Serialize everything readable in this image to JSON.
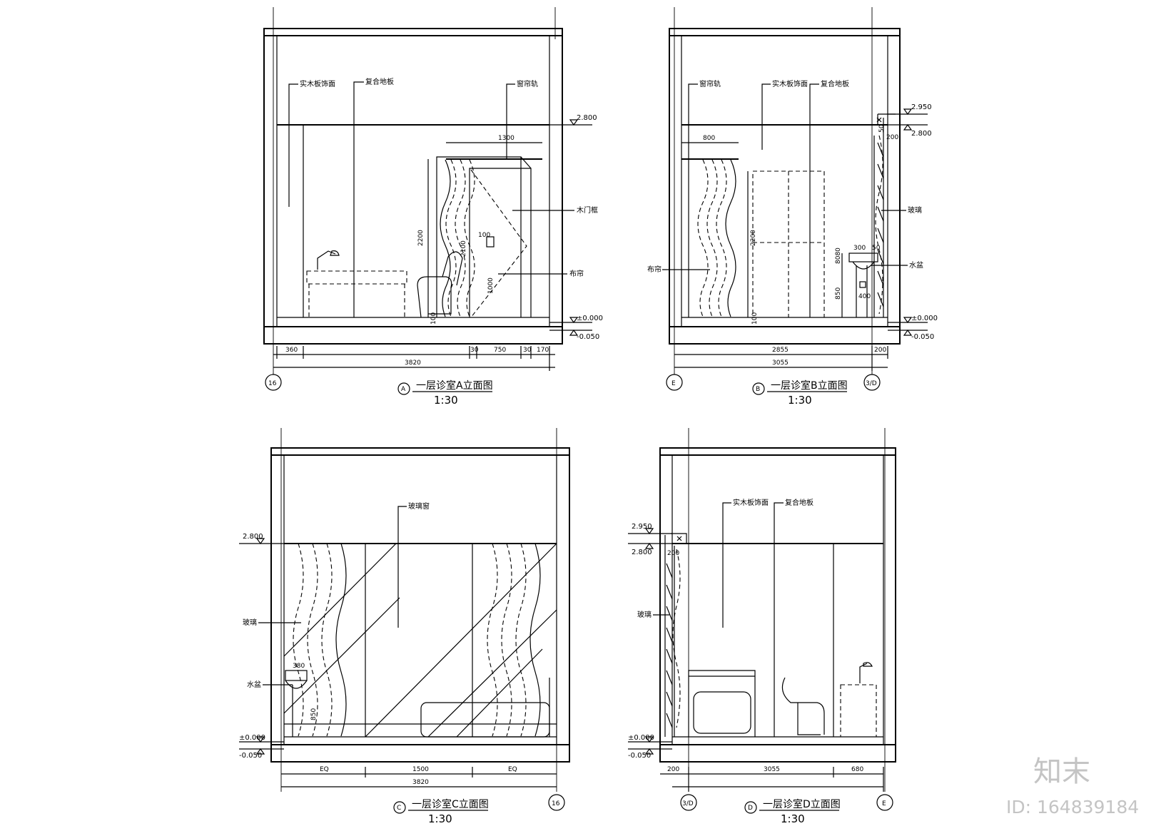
{
  "watermark": {
    "brand": "知末",
    "id": "ID: 164839184"
  },
  "panelA": {
    "title": "一层诊室A立面图",
    "scale": "1:30",
    "bubble": "A",
    "axis": "16",
    "labels": {
      "wall": "实木板饰面",
      "floor": "复合地板",
      "rail": "窗帘轨",
      "door": "木门框",
      "curtain": "布帘"
    },
    "levels": {
      "ceiling": "2.800",
      "floor": "±0.000",
      "below": "-0.050"
    },
    "dims": {
      "top": "1300",
      "height": "2200",
      "h2": "2100",
      "w": "100",
      "handle": "1000",
      "base": "100",
      "d1": "360",
      "d2": "30",
      "d3": "750",
      "d4": "30",
      "d5": "170",
      "total": "3820"
    }
  },
  "panelB": {
    "title": "一层诊室B立面图",
    "scale": "1:30",
    "bubble": "B",
    "axisLeft": "E",
    "axisRight": "3/D",
    "labels": {
      "rail": "窗帘轨",
      "wall": "实木板饰面",
      "floor": "复合地板",
      "glass": "玻璃",
      "curtain": "布帘",
      "sink": "水盆"
    },
    "levels": {
      "l1": "2.950",
      "l2": "2.800",
      "floor": "±0.000",
      "below": "-0.050"
    },
    "dims": {
      "rail": "800",
      "height": "2200",
      "base": "100",
      "d200": "200",
      "d50": "50",
      "w300": "300",
      "h850": "850",
      "w400": "400",
      "h8": "8080",
      "d1": "2855",
      "d2": "200",
      "total": "3055"
    }
  },
  "panelC": {
    "title": "一层诊室C立面图",
    "scale": "1:30",
    "bubble": "C",
    "axis": "16",
    "labels": {
      "window": "玻璃窗",
      "glass": "玻璃",
      "sink": "水盆"
    },
    "levels": {
      "ceiling": "2.800",
      "floor": "±0.000",
      "below": "-0.050"
    },
    "dims": {
      "w380": "380",
      "h850": "850",
      "d1": "EQ",
      "d2": "1500",
      "d3": "EQ",
      "total": "3820"
    }
  },
  "panelD": {
    "title": "一层诊室D立面图",
    "scale": "1:30",
    "bubble": "D",
    "axisLeft": "3/D",
    "axisRight": "E",
    "labels": {
      "wall": "实木板饰面",
      "floor": "复合地板",
      "glass": "玻璃"
    },
    "levels": {
      "l1": "2.950",
      "l2": "2.800",
      "floor": "±0.000",
      "below": "-0.050"
    },
    "dims": {
      "d200": "200",
      "d1": "200",
      "d2": "3055",
      "d3": "680"
    }
  }
}
